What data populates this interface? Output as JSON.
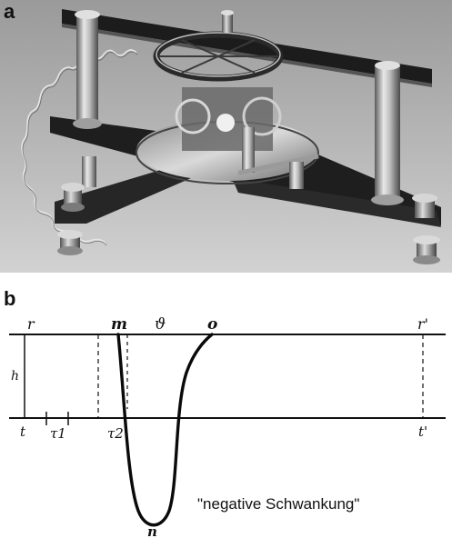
{
  "panels": {
    "a": {
      "label": "a"
    },
    "b": {
      "label": "b"
    }
  },
  "diagram": {
    "top_labels": {
      "r": "r",
      "m": "m",
      "theta": "ϑ",
      "o": "o",
      "r_prime": "r'"
    },
    "side_label_h": "h",
    "bottom_labels": {
      "t": "t",
      "tau1": "τ1",
      "tau2": "τ2",
      "t_prime": "t'"
    },
    "trough_label": "n",
    "caption": "\"negative Schwankung\""
  }
}
